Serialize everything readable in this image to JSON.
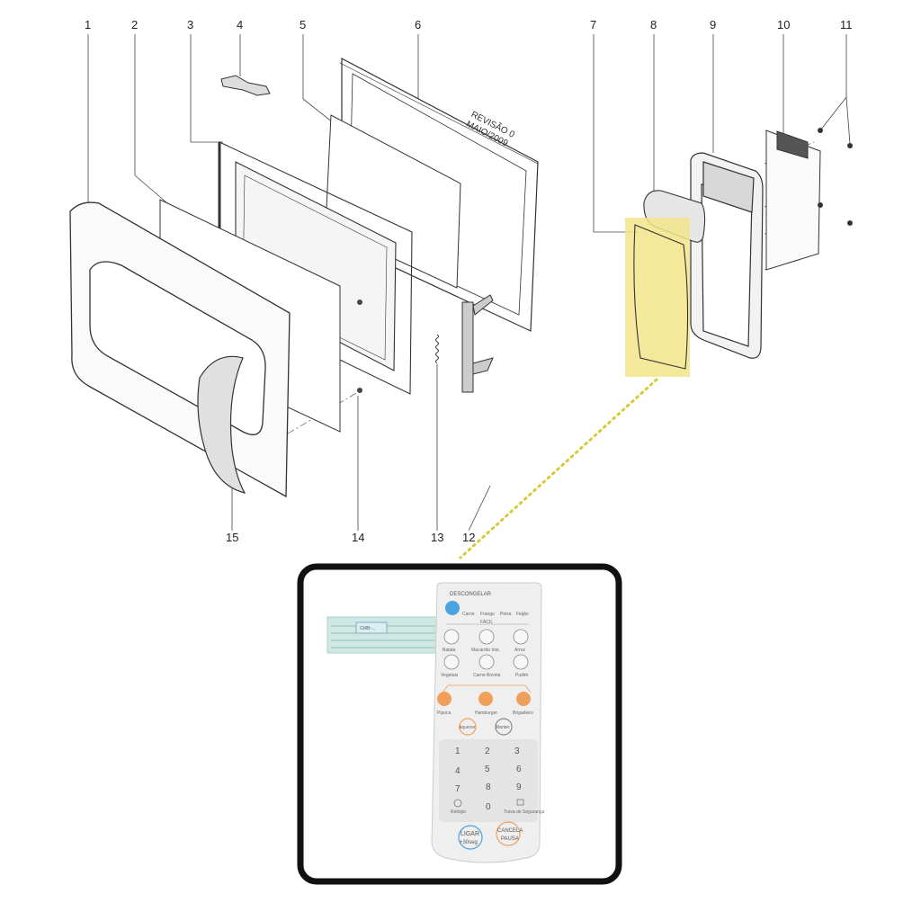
{
  "diagram": {
    "part_numbers": [
      "1",
      "2",
      "3",
      "4",
      "5",
      "6",
      "7",
      "8",
      "9",
      "10",
      "11",
      "12",
      "13",
      "14",
      "15"
    ],
    "revision_line1": "REVISÃO 0",
    "revision_line2": "MAIO/2009",
    "highlight_color": "#f2e58a",
    "connector_color": "#d9c83a"
  },
  "keypad": {
    "flex_label": "GMB-...",
    "defrost_label": "DESCONGELAR",
    "defrost_options": [
      "Carne",
      "Frango",
      "Peixe",
      "Feijão"
    ],
    "easy_menu_label": "FÁCIL",
    "easy_menu_items": [
      "Batata",
      "Macarrão Inst.",
      "Arroz",
      "Vegetais",
      "Carne Bovina",
      "Pudim"
    ],
    "quick_items": [
      "Pipoca",
      "Hamburger",
      "Brigadeiro"
    ],
    "mid_buttons": [
      "Aquecer",
      "Manter"
    ],
    "digits": [
      "1",
      "2",
      "3",
      "4",
      "5",
      "6",
      "7",
      "8",
      "9",
      "0"
    ],
    "bottom_left_label": "Relógio",
    "bottom_right_label": "Trava de Segurança",
    "start_label": "LIGAR",
    "start_sub": "+30seg",
    "stop_label": "CANCELA",
    "stop_sub": "PAUSA",
    "accent_blue": "#4aa3df",
    "accent_orange": "#f0a05a"
  }
}
